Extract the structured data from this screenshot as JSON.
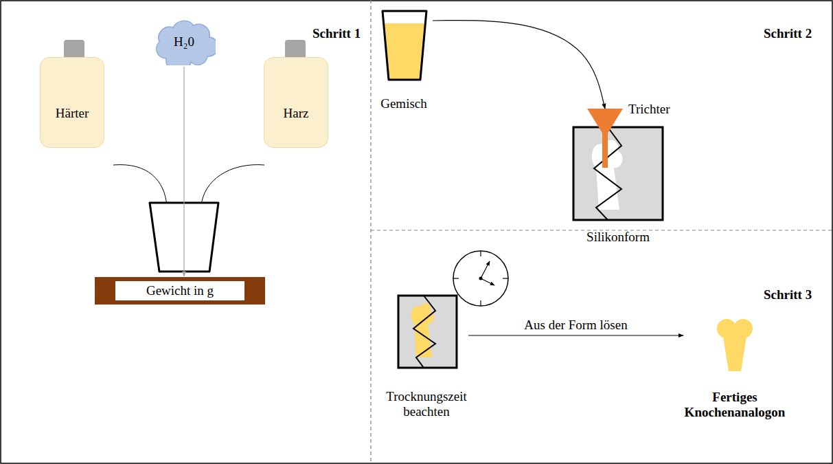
{
  "diagram": {
    "nodes": [
      {
        "text": [
          "Härter"
        ]
      },
      {
        "text": [
          "H₂0"
        ]
      },
      {
        "text": [
          "Harz"
        ]
      },
      {
        "text": [
          "Gewicht in g"
        ]
      },
      {
        "text": [
          "Gemisch"
        ]
      },
      {
        "text": [
          "Silikonform"
        ]
      },
      {
        "text": [
          "Trocknungszeit beachten"
        ]
      },
      {
        "text": [
          "Fertiges Knochenanalogon"
        ]
      }
    ],
    "edges": [
      {
        "from": 4,
        "to": 5,
        "arrow": "to"
      },
      {
        "from": 6,
        "to": 7,
        "label": "Aus der Form lösen",
        "arrow": "to"
      }
    ],
    "labels": [
      "Schritt 1",
      "Schritt 2",
      "Schritt 3",
      "Trichter"
    ]
  }
}
